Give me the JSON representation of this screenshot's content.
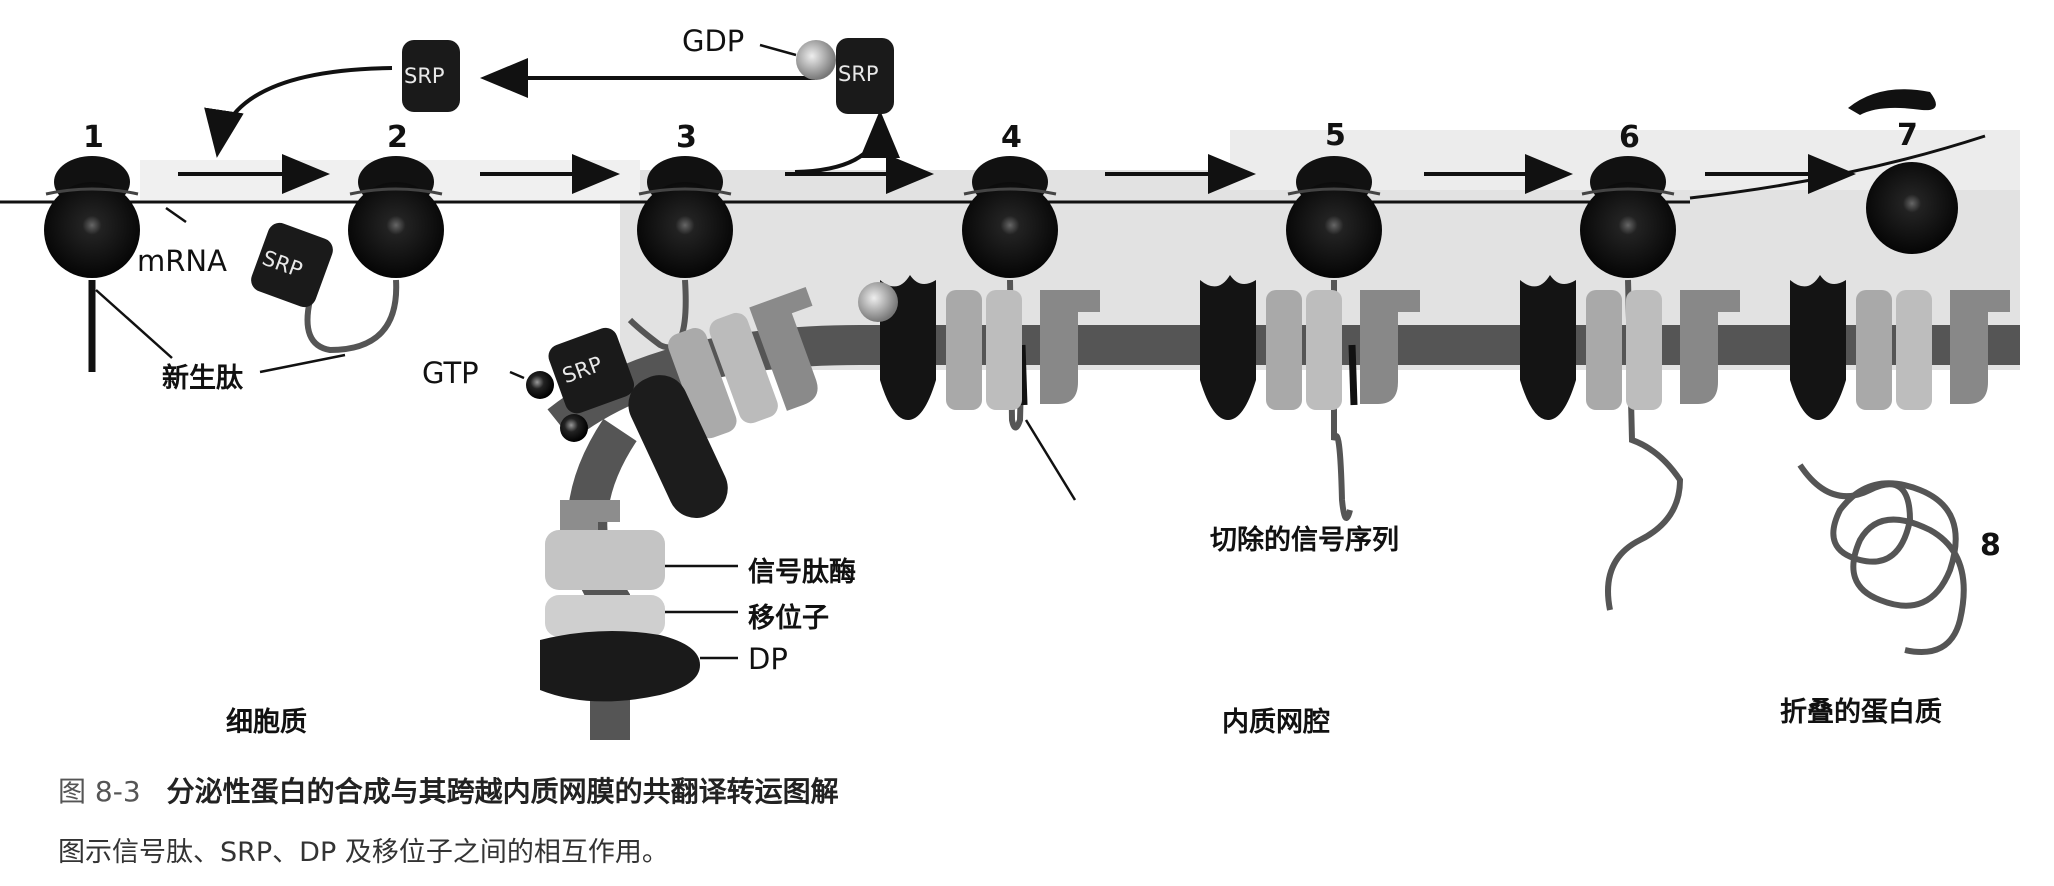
{
  "steps": [
    "1",
    "2",
    "3",
    "4",
    "5",
    "6",
    "7",
    "8"
  ],
  "labels": {
    "mrna": "mRNA",
    "nascent_peptide": "新生肽",
    "gdp": "GDP",
    "gtp": "GTP",
    "srp": "SRP",
    "signal_peptidase": "信号肽酶",
    "translocon": "移位子",
    "dp": "DP",
    "cleaved_signal": "切除的信号序列",
    "cytoplasm": "细胞质",
    "er_lumen": "内质网腔",
    "folded_protein": "折叠的蛋白质"
  },
  "caption": {
    "figure_number": "图 8-3",
    "title": "分泌性蛋白的合成与其跨越内质网膜的共翻译转运图解",
    "subtitle": "图示信号肽、SRP、DP 及移位子之间的相互作用。"
  }
}
